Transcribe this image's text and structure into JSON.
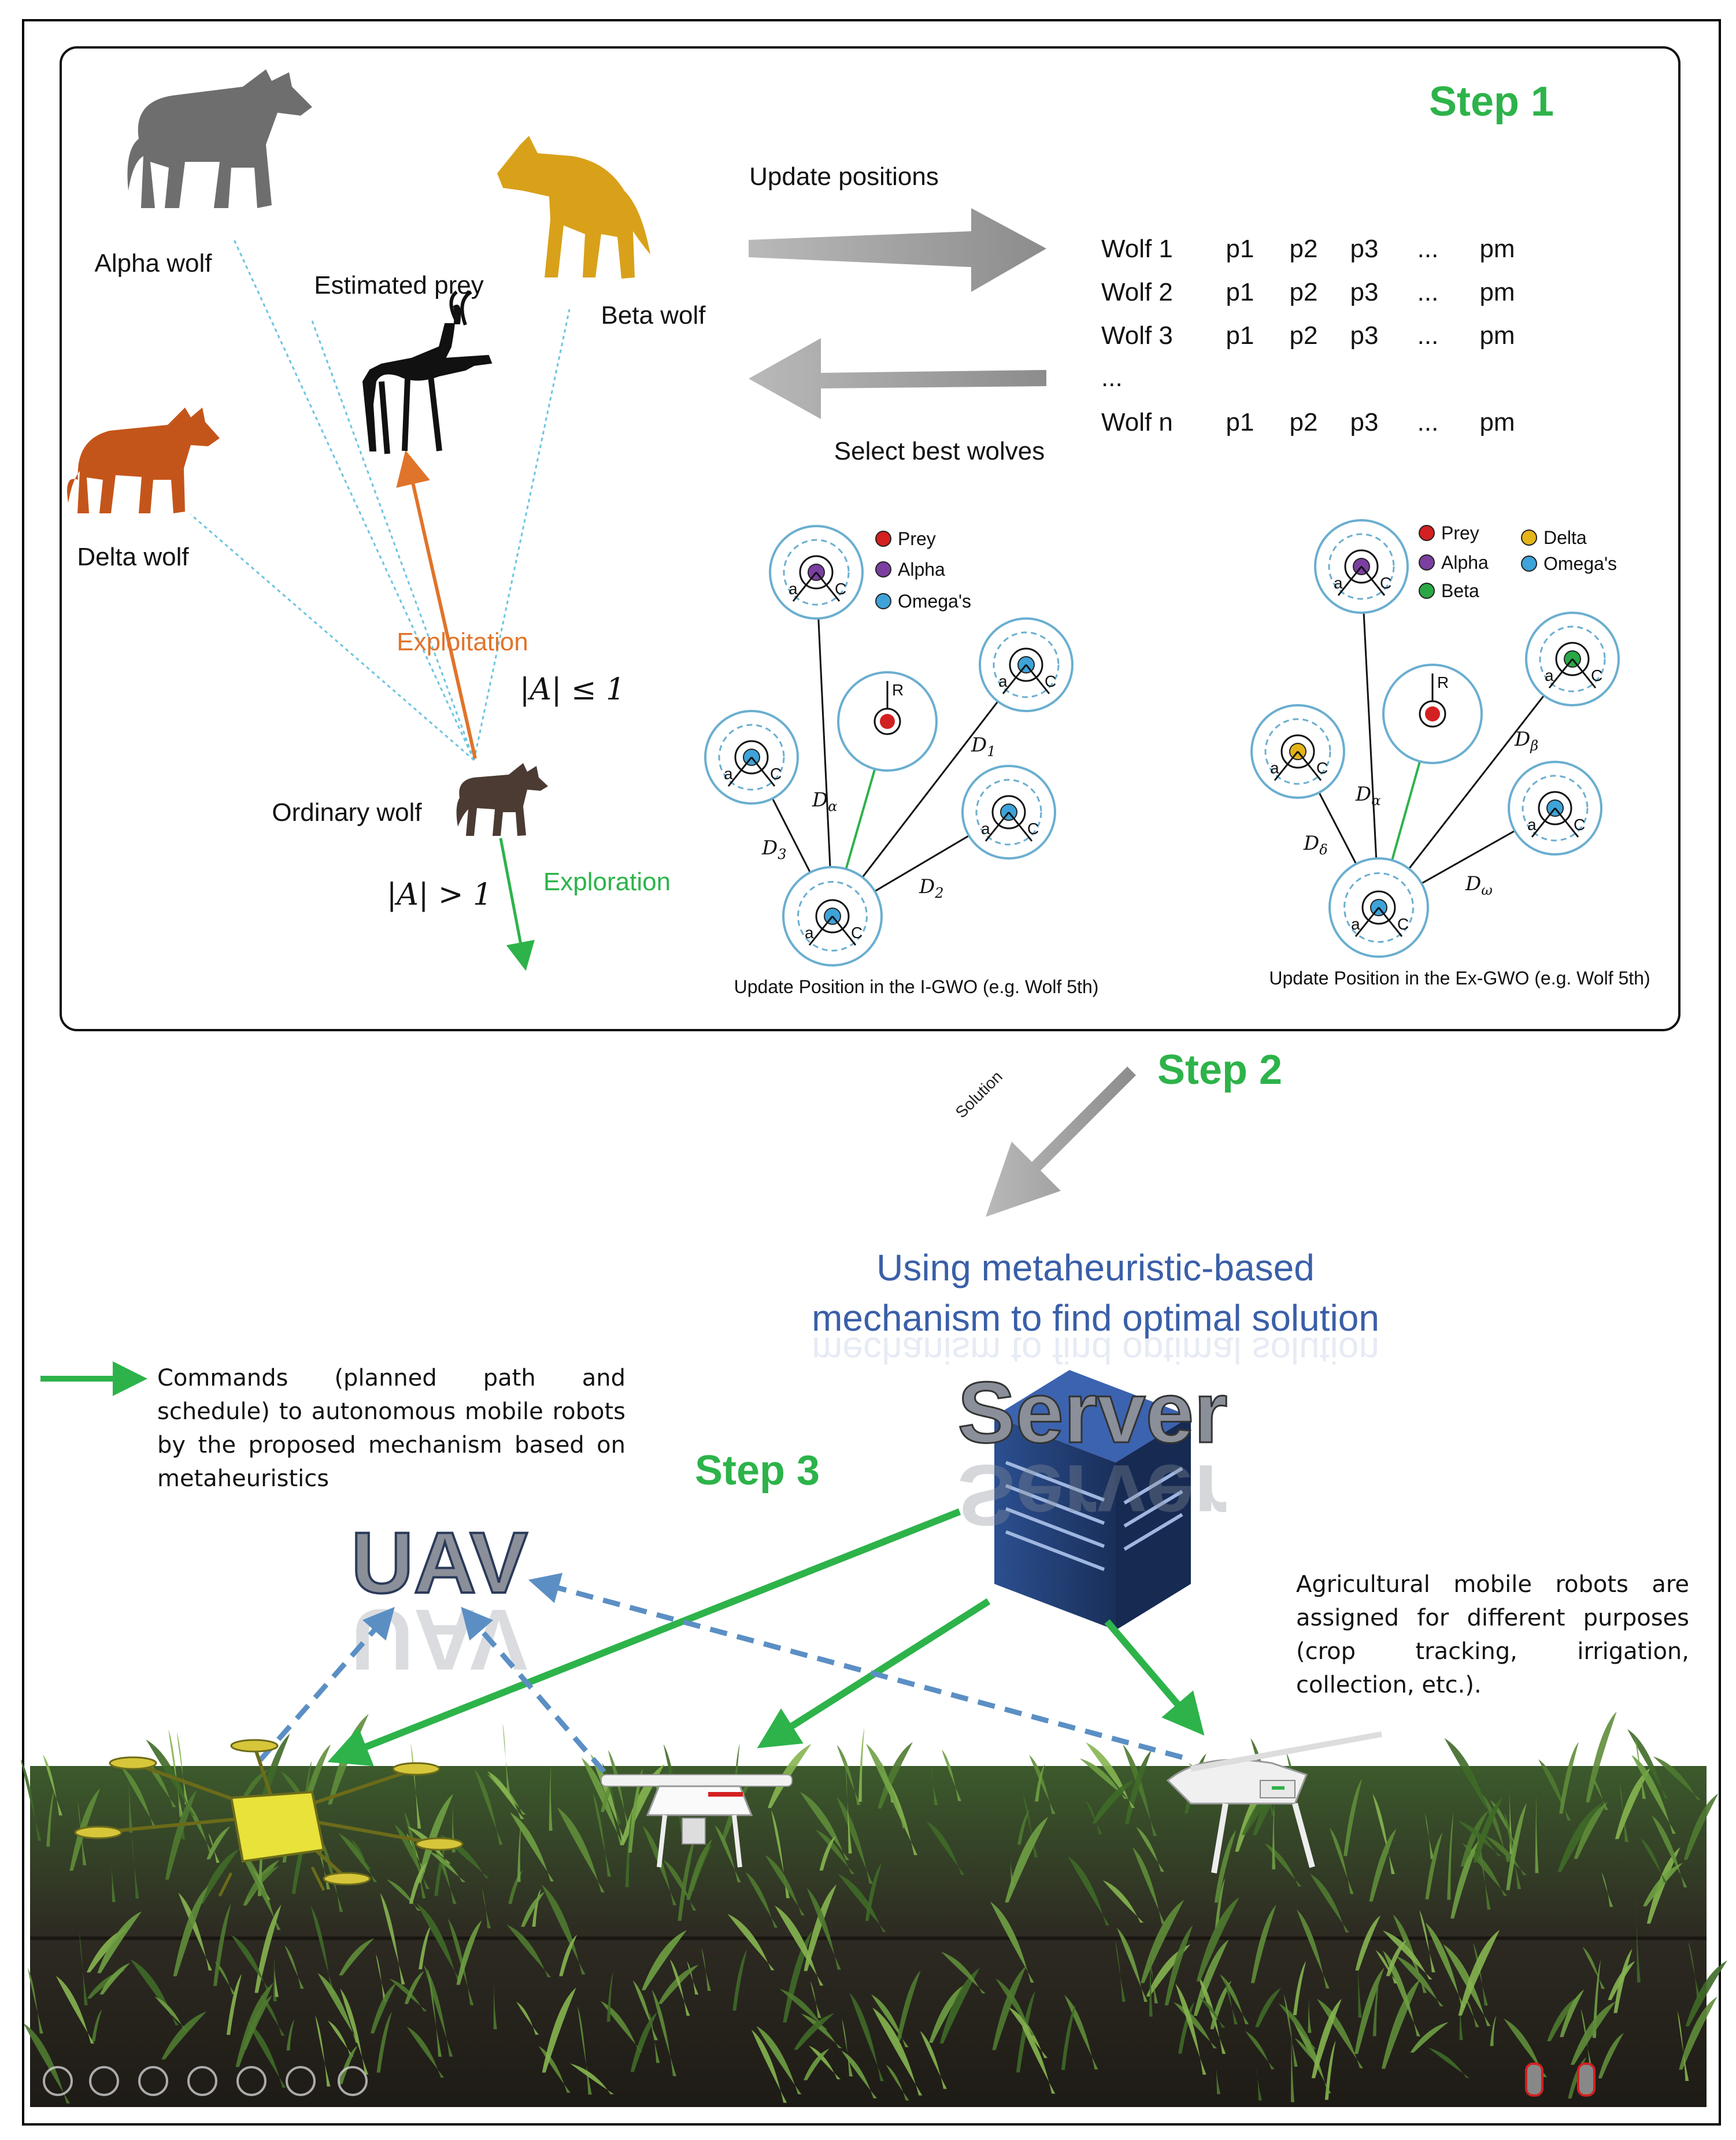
{
  "step1": {
    "label": "Step 1",
    "wolves": {
      "alpha": "Alpha wolf",
      "beta": "Beta wolf",
      "delta": "Delta wolf",
      "prey": "Estimated prey",
      "ordinary": "Ordinary wolf"
    },
    "exploitation": "Exploitation",
    "exploration": "Exploration",
    "cond_le": "|A| ≤ 1",
    "cond_gt": "|A| > 1",
    "update_positions": "Update positions",
    "select_best": "Select best wolves",
    "table": {
      "rows": [
        "Wolf 1",
        "Wolf 2",
        "Wolf 3",
        "...",
        "Wolf n"
      ],
      "cols": [
        "p1",
        "p2",
        "p3",
        "...",
        "pm"
      ]
    },
    "igwo": {
      "caption": "Update Position in the I-GWO (e.g. Wolf 5th)",
      "legend": [
        "Prey",
        "Alpha",
        "Omega's"
      ],
      "dist": [
        "Dα",
        "D1",
        "D2",
        "D3"
      ]
    },
    "exgwo": {
      "caption": "Update Position in the Ex-GWO (e.g. Wolf 5th)",
      "legend": [
        "Prey",
        "Alpha",
        "Beta",
        "Delta",
        "Omega's"
      ],
      "dist": [
        "Dα",
        "Dβ",
        "Dδ",
        "Dω"
      ]
    },
    "circle_labels": {
      "a": "a",
      "c": "C",
      "r": "R"
    }
  },
  "step2": {
    "label": "Step 2",
    "solution": "Solution",
    "mechanism": [
      "Using metaheuristic-based",
      "mechanism to find optimal solution"
    ]
  },
  "step3": {
    "label": "Step 3",
    "server": "Server",
    "uav": "UAV",
    "commands": "Commands (planned path and schedule) to autonomous mobile robots by the proposed mechanism based on metaheuristics",
    "robots": "Agricultural mobile robots are assigned for different purposes (crop tracking, irrigation, collection, etc.)."
  },
  "colors": {
    "green": "#2db34a",
    "orange": "#e0742a",
    "gray_wolf": "#6e6e6e",
    "gold": "#d9a11a",
    "rust": "#c4551a",
    "circle": "#6aaed0",
    "dash_blue": "#5b8fc4",
    "prey_red": "#d32020",
    "alpha_purple": "#7b3fa0",
    "omega_blue": "#3ea3d8",
    "beta_green": "#2aa845",
    "delta_yellow": "#e4b418",
    "server_blue": "#23407a"
  }
}
